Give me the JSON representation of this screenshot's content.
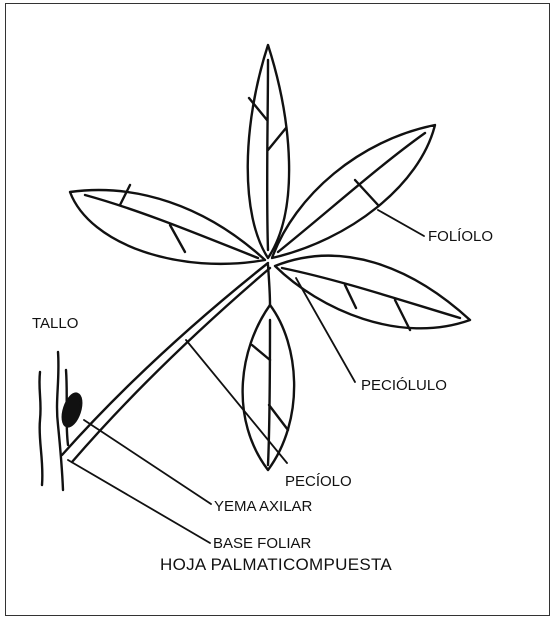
{
  "labels": {
    "foliolo": "FOLÍOLO",
    "tallo": "TALLO",
    "peciolulo": "PECIÓLULO",
    "peciolo": "PECÍOLO",
    "yema_axilar": "YEMA AXILAR",
    "base_foliar": "BASE FOLIAR"
  },
  "title": "HOJA PALMATICOMPUESTA",
  "colors": {
    "ink": "#111111",
    "frame": "#333333",
    "background": "#ffffff"
  }
}
